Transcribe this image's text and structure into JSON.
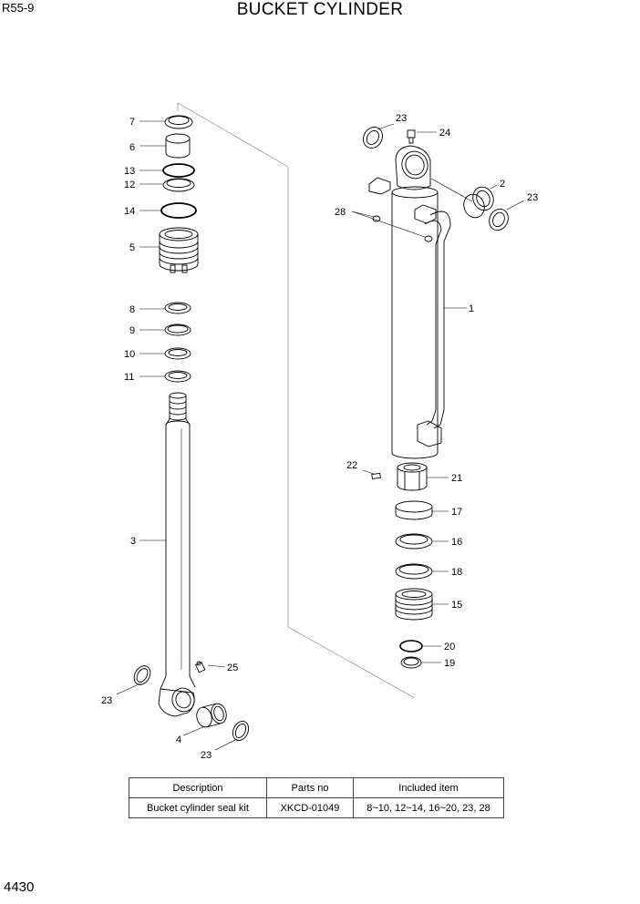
{
  "header": {
    "model": "R55-9",
    "title": "BUCKET CYLINDER"
  },
  "page_number": "4430",
  "callouts": {
    "c1": "1",
    "c2": "2",
    "c3": "3",
    "c4": "4",
    "c5": "5",
    "c6": "6",
    "c7": "7",
    "c8": "8",
    "c9": "9",
    "c10": "10",
    "c11": "11",
    "c12": "12",
    "c13": "13",
    "c14": "14",
    "c15": "15",
    "c16": "16",
    "c17": "17",
    "c18": "18",
    "c19": "19",
    "c20": "20",
    "c21": "21",
    "c22": "22",
    "c23": "23",
    "c24": "24",
    "c25": "25",
    "c28": "28"
  },
  "kit_table": {
    "headers": [
      "Description",
      "Parts no",
      "Included item"
    ],
    "rows": [
      [
        "Bucket cylinder seal kit",
        "XKCD-01049",
        "8~10, 12~14, 16~20, 23, 28"
      ]
    ]
  }
}
